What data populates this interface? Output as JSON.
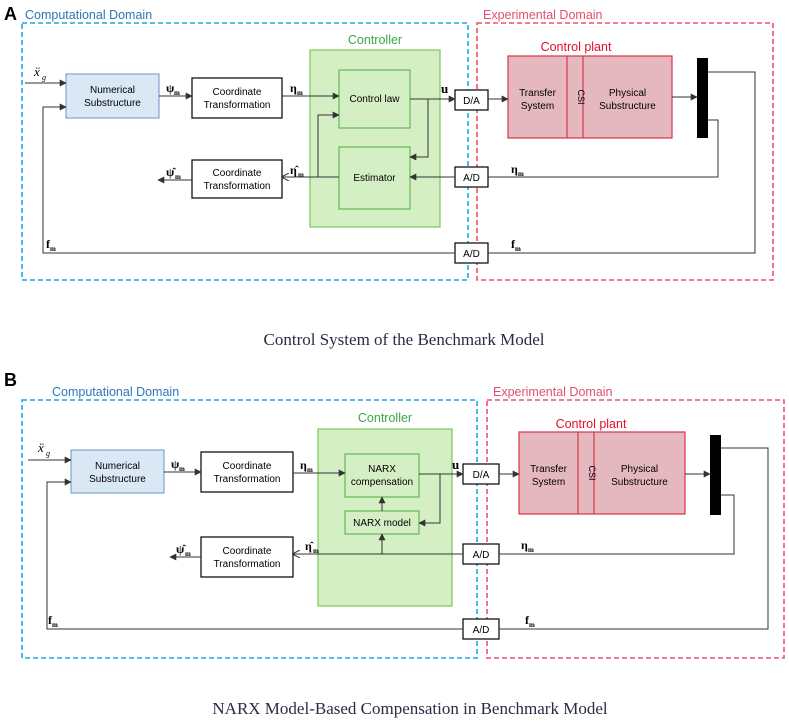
{
  "colors": {
    "computational": "#1aa9e0",
    "computational_text": "#2e75b6",
    "experimental": "#f0506e",
    "experimental_text": "#e0506e",
    "controller_fill": "#d5efc5",
    "controller_stroke": "#7cc65a",
    "controller_text": "#3aa845",
    "plant_fill": "#e5b8bf",
    "plant_stroke": "#d6344a",
    "plant_title": "#e0102a",
    "numerical_fill": "#dae8f6",
    "numerical_stroke": "#6c93c5",
    "actuator": "#000000"
  },
  "panel_a": {
    "label": "A",
    "computational_domain": "Computational Domain",
    "experimental_domain": "Experimental Domain",
    "controller_title": "Controller",
    "control_plant_title": "Control plant",
    "numerical_line1": "Numerical",
    "numerical_line2": "Substructure",
    "coord1_line1": "Coordinate",
    "coord1_line2": "Transformation",
    "coord2_line1": "Coordinate",
    "coord2_line2": "Transformation",
    "control_law": "Control law",
    "estimator": "Estimator",
    "da": "D/A",
    "ad1": "A/D",
    "ad2": "A/D",
    "transfer_line1": "Transfer",
    "transfer_line2": "System",
    "csi": "CSI",
    "physical_line1": "Physical",
    "physical_line2": "Substructure",
    "sig_xg": "ẍ",
    "sig_xg_sub": "g",
    "sig_psi": "ψ",
    "sig_psi_sub": "m",
    "sig_eta": "η",
    "sig_eta_sub": "m",
    "sig_u": "u",
    "sig_eta_hat": "η̂",
    "sig_eta_hat_sub": "m",
    "sig_psi_hat": "ψ̂",
    "sig_psi_hat_sub": "m",
    "sig_eta_m": "η",
    "sig_eta_m_sub": "m",
    "sig_f_left": "f",
    "sig_f_left_sub": "m",
    "sig_f_right": "f",
    "sig_f_right_sub": "m",
    "caption": "Control System of the Benchmark Model"
  },
  "panel_b": {
    "label": "B",
    "computational_domain": "Computational Domain",
    "experimental_domain": "Experimental Domain",
    "controller_title": "Controller",
    "control_plant_title": "Control plant",
    "numerical_line1": "Numerical",
    "numerical_line2": "Substructure",
    "coord1_line1": "Coordinate",
    "coord1_line2": "Transformation",
    "coord2_line1": "Coordinate",
    "coord2_line2": "Transformation",
    "narx_comp_line1": "NARX",
    "narx_comp_line2": "compensation",
    "narx_model": "NARX model",
    "da": "D/A",
    "ad1": "A/D",
    "ad2": "A/D",
    "transfer_line1": "Transfer",
    "transfer_line2": "System",
    "csi": "CSI",
    "physical_line1": "Physical",
    "physical_line2": "Substructure",
    "sig_xg": "ẍ",
    "sig_xg_sub": "g",
    "sig_psi": "ψ",
    "sig_psi_sub": "m",
    "sig_eta": "η",
    "sig_eta_sub": "m",
    "sig_u": "u",
    "sig_eta_hat": "η̂",
    "sig_eta_hat_sub": "m",
    "sig_psi_hat": "ψ̂",
    "sig_psi_hat_sub": "m",
    "sig_eta_m": "η",
    "sig_eta_m_sub": "m",
    "sig_f_left": "f",
    "sig_f_left_sub": "m",
    "sig_f_right": "f",
    "sig_f_right_sub": "m",
    "caption": "NARX Model-Based Compensation in Benchmark Model"
  }
}
